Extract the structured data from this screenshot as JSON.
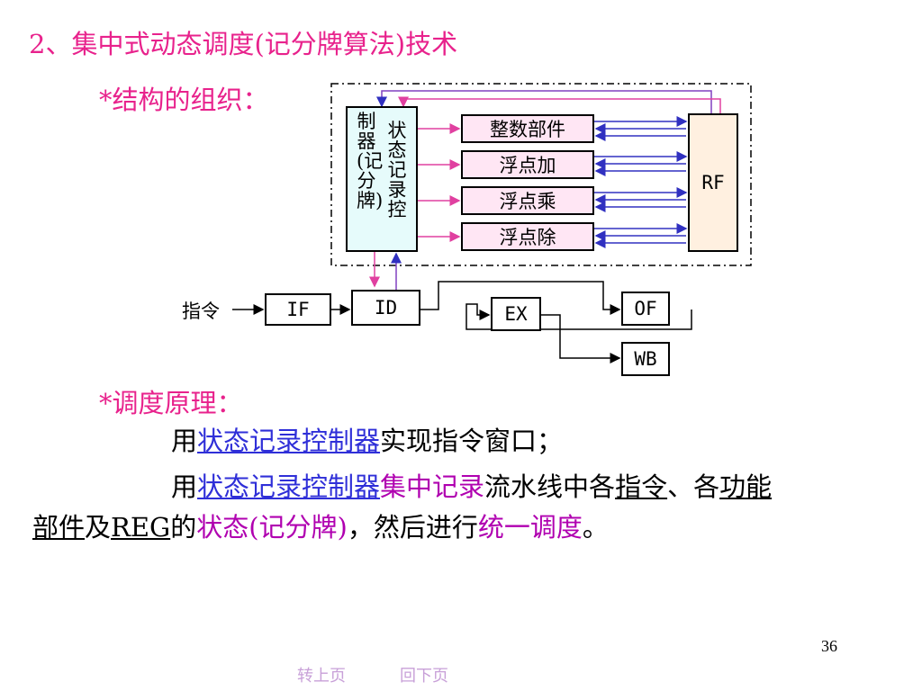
{
  "title": "2、集中式动态调度(记分牌算法)技术",
  "section_structure": "*结构的组织：",
  "section_principle": "*调度原理：",
  "diagram": {
    "controller_col_left": "制器(记分牌)",
    "controller_col_right": "状态记录控",
    "units": [
      "整数部件",
      "浮点加",
      "浮点乘",
      "浮点除"
    ],
    "rf": "RF",
    "input_label": "指令",
    "if": "IF",
    "id": "ID",
    "ex": "EX",
    "of": "OF",
    "wb": "WB"
  },
  "principle": {
    "line1": {
      "pre": "用",
      "link": "状态记录控制器",
      "post": "实现指令窗口；"
    },
    "line2": {
      "pre": "用",
      "link": "状态记录控制器",
      "mag": "集中记录",
      "mid": "流水线中各",
      "u1": "指令",
      "sep": "、各",
      "u2": "功能"
    },
    "line3": {
      "u1": "部件",
      "and": "及",
      "u2": "REG",
      "of": "的",
      "mag1": "状态(记分牌)",
      "mid": "，然后进行",
      "mag2": "统一调度",
      "end": "。"
    }
  },
  "page_number": "36",
  "nav": {
    "prev": "转上页",
    "next": "回下页"
  },
  "colors": {
    "title": "#e8228c",
    "link": "#2f2fd8",
    "magenta": "#b000b0",
    "nav": "#c8a0d8",
    "arrow": "#e040a0"
  }
}
